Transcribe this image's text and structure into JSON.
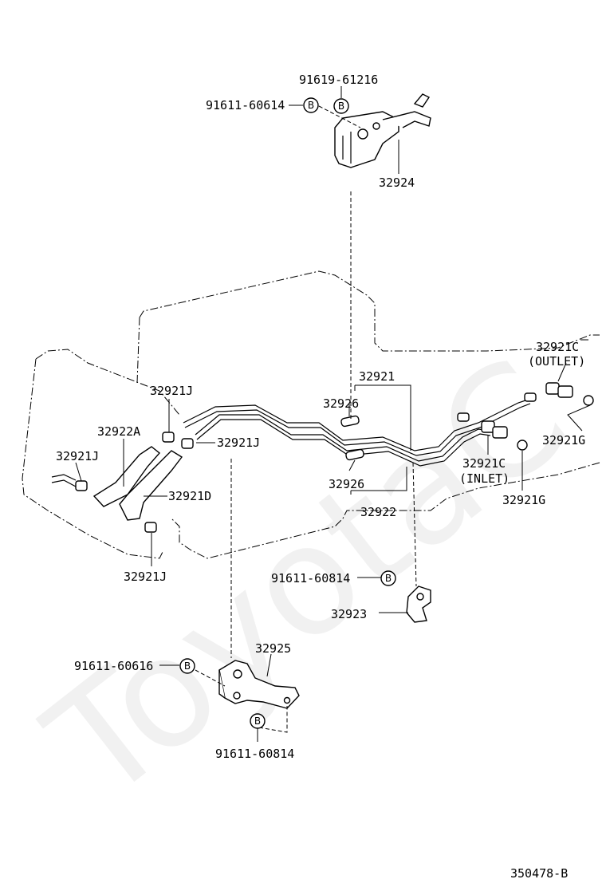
{
  "watermark": "ToyotaC",
  "drawing_id": "350478-B",
  "callout_letter": "B",
  "labels": {
    "p91619_61216": "91619-61216",
    "p91611_60614": "91611-60614",
    "p32924": "32924",
    "p32921C_top": "32921C",
    "outlet": "(OUTLET)",
    "p32921": "32921",
    "p32921J_a": "32921J",
    "p32921J_b": "32921J",
    "p32921J_c": "32921J",
    "p32921J_d": "32921J",
    "p32922A": "32922A",
    "p32926_a": "32926",
    "p32926_b": "32926",
    "p32921D": "32921D",
    "p32921G_a": "32921G",
    "p32921C_inlet": "32921C",
    "inlet": "(INLET)",
    "p32921G_b": "32921G",
    "p32922": "32922",
    "p91611_60814_a": "91611-60814",
    "p32923": "32923",
    "p32925": "32925",
    "p91611_60616": "91611-60616",
    "p91611_60814_b": "91611-60814"
  }
}
